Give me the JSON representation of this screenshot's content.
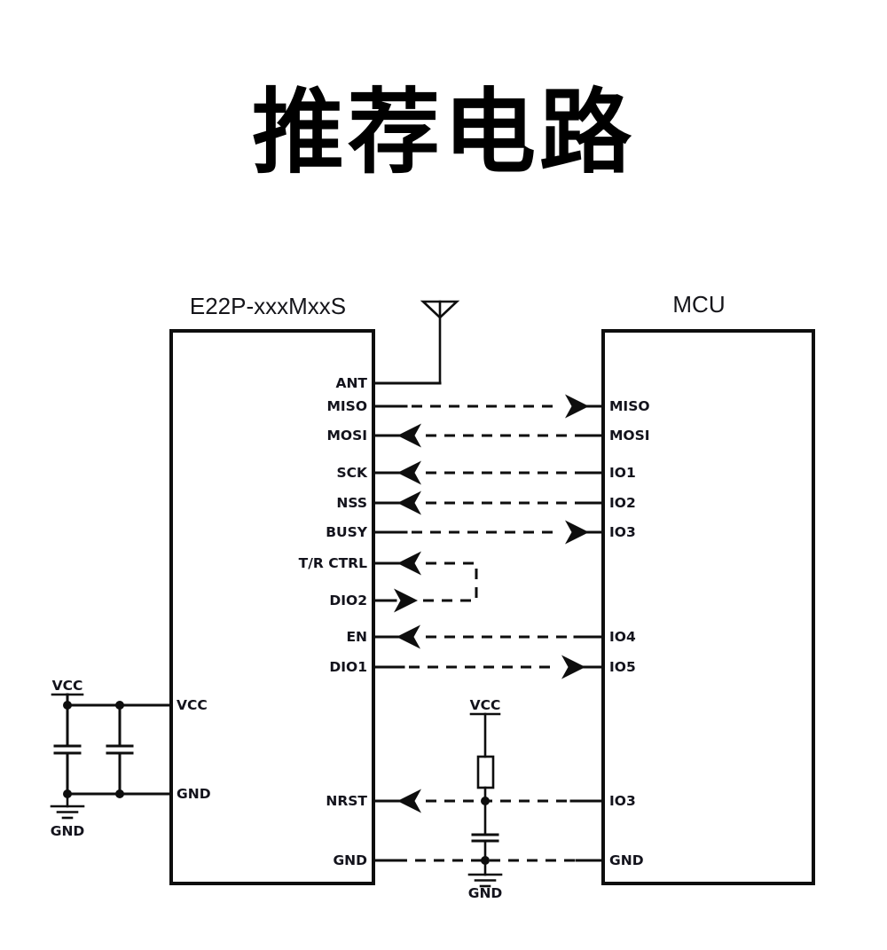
{
  "page": {
    "title": "推荐电路",
    "background": "#ffffff",
    "line_color": "#0e0e0e",
    "label_color": "#13131c"
  },
  "module": {
    "title": "E22P-xxxMxxS",
    "right_pins": [
      {
        "name": "ANT"
      },
      {
        "name": "MISO"
      },
      {
        "name": "MOSI"
      },
      {
        "name": "SCK"
      },
      {
        "name": "NSS"
      },
      {
        "name": "BUSY"
      },
      {
        "name": "T/R CTRL"
      },
      {
        "name": "DIO2"
      },
      {
        "name": "EN"
      },
      {
        "name": "DIO1"
      },
      {
        "name": "NRST"
      },
      {
        "name": "GND"
      }
    ],
    "left_pins": [
      {
        "name": "VCC"
      },
      {
        "name": "GND"
      }
    ]
  },
  "mcu": {
    "title": "MCU",
    "left_pins": [
      {
        "name": "MISO"
      },
      {
        "name": "MOSI"
      },
      {
        "name": "IO1"
      },
      {
        "name": "IO2"
      },
      {
        "name": "IO3"
      },
      {
        "name": "IO4"
      },
      {
        "name": "IO5"
      },
      {
        "name": "IO3"
      },
      {
        "name": "GND"
      }
    ]
  },
  "power": {
    "left_rail": {
      "vcc": "VCC",
      "gnd": "GND",
      "capacitors": 2
    },
    "pullup": {
      "vcc": "VCC",
      "gnd": "GND",
      "parts": [
        "resistor",
        "capacitor"
      ]
    }
  },
  "connections": [
    {
      "from": "E22P.ANT",
      "to": "antenna",
      "style": "solid",
      "arrow": "none"
    },
    {
      "from": "E22P.MISO",
      "to": "MCU.MISO",
      "style": "dashed",
      "arrow": "to-mcu"
    },
    {
      "from": "MCU.MOSI",
      "to": "E22P.MOSI",
      "style": "dashed",
      "arrow": "to-module"
    },
    {
      "from": "MCU.IO1",
      "to": "E22P.SCK",
      "style": "dashed",
      "arrow": "to-module"
    },
    {
      "from": "MCU.IO2",
      "to": "E22P.NSS",
      "style": "dashed",
      "arrow": "to-module"
    },
    {
      "from": "E22P.BUSY",
      "to": "MCU.IO3",
      "style": "dashed",
      "arrow": "to-mcu"
    },
    {
      "from": "E22P.DIO2",
      "to": "E22P.T/R CTRL",
      "style": "dashed",
      "arrow": "to-trctrl"
    },
    {
      "from": "MCU.IO4",
      "to": "E22P.EN",
      "style": "dashed",
      "arrow": "to-module"
    },
    {
      "from": "E22P.DIO1",
      "to": "MCU.IO5",
      "style": "dashed",
      "arrow": "to-mcu"
    },
    {
      "from": "MCU.IO3",
      "to": "E22P.NRST",
      "style": "dashed",
      "arrow": "to-module",
      "note": "RC pull-up to VCC"
    },
    {
      "from": "E22P.GND",
      "to": "MCU.GND",
      "style": "dashed",
      "arrow": "none"
    }
  ]
}
